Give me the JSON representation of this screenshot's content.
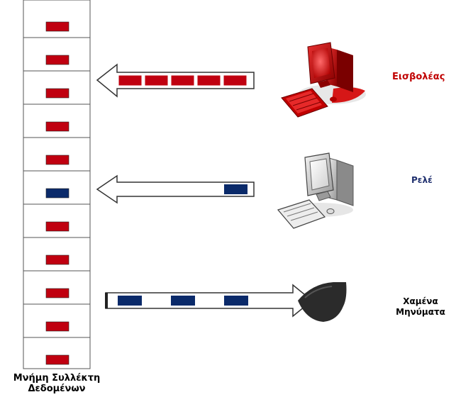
{
  "colors": {
    "attacker_packet": "#c00010",
    "relay_packet": "#0a2a6a",
    "attacker_label": "#c00000",
    "relay_label": "#1f2f6e"
  },
  "memory": {
    "label_line1": "Μνήμη Συλλέκτη",
    "label_line2": "Δεδομένων",
    "slots": [
      "attacker",
      "attacker",
      "attacker",
      "attacker",
      "attacker",
      "relay",
      "attacker",
      "attacker",
      "attacker",
      "attacker",
      "attacker"
    ]
  },
  "actors": {
    "attacker": {
      "label": "Εισβολέας",
      "icon": "attacker-computer-icon"
    },
    "relay": {
      "label": "Ρελέ",
      "icon": "relay-computer-icon"
    },
    "lost": {
      "label_line1": "Χαμένα",
      "label_line2": "Μηνύματα",
      "icon": "sink-drop-icon"
    }
  },
  "flows": {
    "attacker_to_memory": {
      "packets": 5,
      "direction": "left"
    },
    "relay_to_memory": {
      "packets": 1,
      "direction": "left"
    },
    "to_lost": {
      "packets": 3,
      "direction": "right"
    }
  }
}
